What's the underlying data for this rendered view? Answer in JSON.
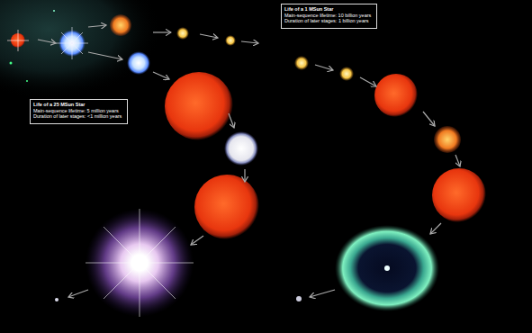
{
  "diagram": {
    "nodes": [
      {
        "text": [
          "Life of a 25 MSun Star",
          "Main-sequence lifetime: 5 million years",
          "Duration of later stages: <1 million years"
        ]
      },
      {
        "text": [
          "Life of a 1 MSun Star",
          "Main-sequence lifetime: 10 billion years",
          "Duration of later stages: 1 billion years"
        ]
      }
    ]
  }
}
